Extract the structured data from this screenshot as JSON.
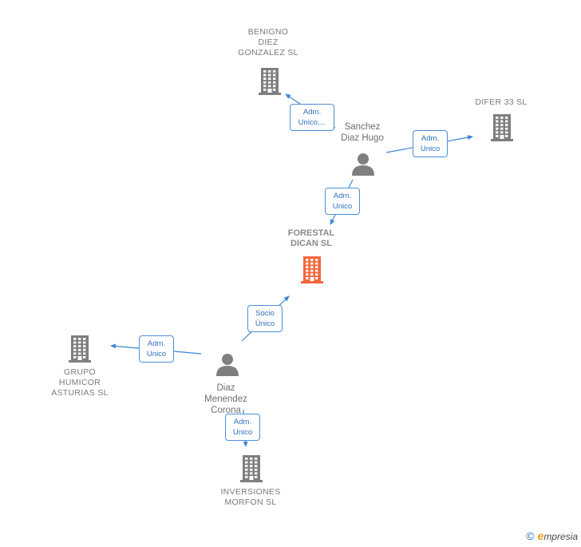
{
  "nodes": [
    {
      "id": "benigno",
      "kind": "company",
      "label": "BENIGNO\nDIEZ\nGONZALEZ SL"
    },
    {
      "id": "difer",
      "kind": "company",
      "label": "DIFER 33 SL"
    },
    {
      "id": "sanchez",
      "kind": "person",
      "label": "Sanchez\nDiaz Hugo"
    },
    {
      "id": "forestal",
      "kind": "focus",
      "label": "FORESTAL\nDICAN  SL"
    },
    {
      "id": "grupo",
      "kind": "company",
      "label": "GRUPO\nHUMICOR\nASTURIAS  SL"
    },
    {
      "id": "diaz",
      "kind": "person",
      "label": "Diaz\nMenendez\nCorona"
    },
    {
      "id": "inversiones",
      "kind": "company",
      "label": "INVERSIONES\nMORFON SL"
    }
  ],
  "edges": [
    {
      "from": "sanchez",
      "to": "benigno",
      "label": "Adm.\nUnico,..."
    },
    {
      "from": "sanchez",
      "to": "difer",
      "label": "Adm.\nUnico"
    },
    {
      "from": "sanchez",
      "to": "forestal",
      "label": "Adm.\nUnico"
    },
    {
      "from": "diaz",
      "to": "forestal",
      "label": "Socio\nÚnico"
    },
    {
      "from": "diaz",
      "to": "grupo",
      "label": "Adm.\nUnico"
    },
    {
      "from": "diaz",
      "to": "inversiones",
      "label": "Adm.\nUnico"
    }
  ],
  "colors": {
    "edge": "#3f86d6",
    "company": "#7f7f7f",
    "focus": "#f2683c",
    "person": "#7f7f7f"
  },
  "watermark": {
    "copyright": "©",
    "brand_initial": "e",
    "brand_rest": "mpresia"
  }
}
